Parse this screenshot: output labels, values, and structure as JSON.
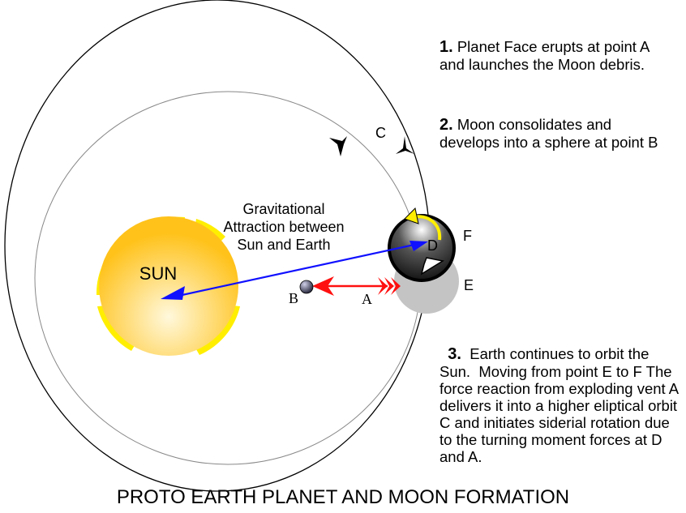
{
  "notes": [
    {
      "num": "1.",
      "text": " Planet Face erupts at point A and launches the Moon debris."
    },
    {
      "num": "2.",
      "text": " Moon consolidates and develops into a sphere at point B"
    },
    {
      "num": "3.",
      "text": "  Earth continues to orbit the Sun.  Moving from point E to F The force reaction from exploding vent A delivers it into a higher eliptical orbit C and initiates siderial rotation due to the turning moment forces at D and A."
    }
  ],
  "labels": {
    "sun": "SUN",
    "gravity_line1": "Gravitational",
    "gravity_line2": "Attraction between",
    "gravity_line3": "Sun and Earth",
    "a": "A",
    "b": "B",
    "c": "C",
    "d": "D",
    "e": "E",
    "f": "F"
  },
  "footer": "PROTO EARTH PLANET AND MOON FORMATION",
  "colors": {
    "sun_inner": "#fff3c4",
    "sun_outer": "#ffc21a",
    "sun_ring": "#ffee00",
    "gravity_arrow": "#1010ff",
    "eruption_arrow": "#ff1010",
    "orbit": "#000000",
    "inner_orbit": "#888888",
    "earth_shadow": "#c4c4c4",
    "rotation_arrow": "#ffee00"
  }
}
